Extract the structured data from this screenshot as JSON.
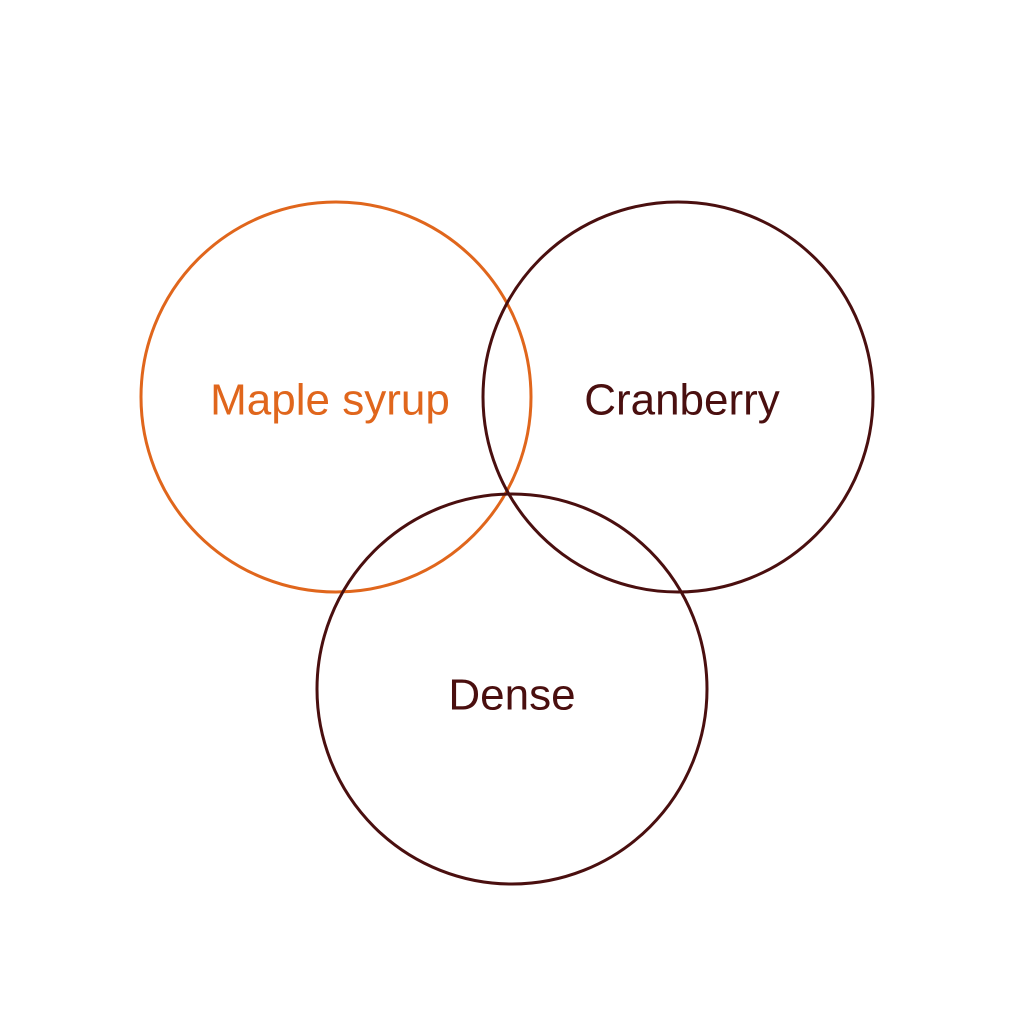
{
  "diagram": {
    "type": "venn",
    "sets": [
      {
        "id": "maple",
        "label": "Maple syrup",
        "color": "#e0661c"
      },
      {
        "id": "cranberry",
        "label": "Cranberry",
        "color": "#4a0f0f"
      },
      {
        "id": "dense",
        "label": "Dense",
        "color": "#4a0f0f"
      }
    ]
  }
}
